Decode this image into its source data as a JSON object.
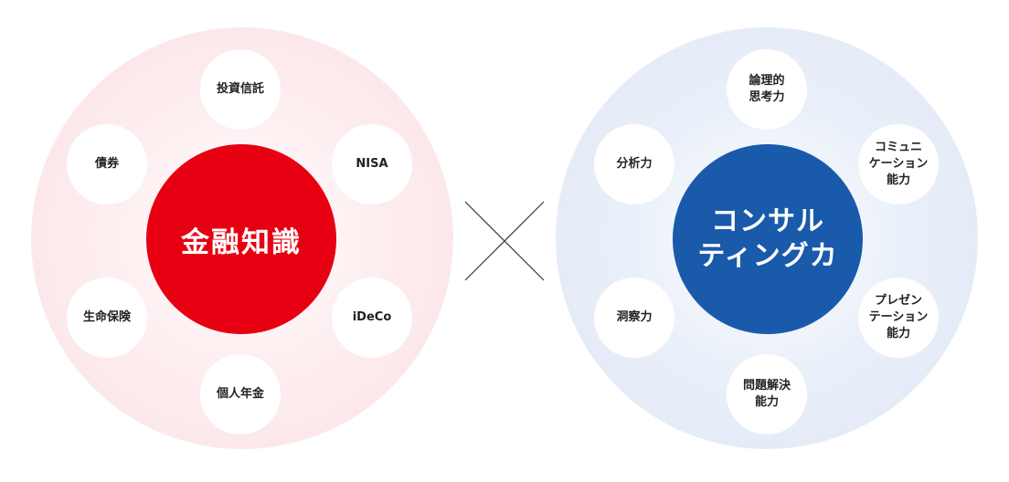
{
  "left": {
    "core_label": "金融知識",
    "color": "#e60012",
    "items": [
      {
        "label": "投資信託"
      },
      {
        "label": "NISA"
      },
      {
        "label": "iDeCo"
      },
      {
        "label": "個人年金"
      },
      {
        "label": "生命保険"
      },
      {
        "label": "債券"
      }
    ]
  },
  "right": {
    "core_label": "コンサル\nティングカ",
    "color": "#1a5aab",
    "items": [
      {
        "label": "論理的\n思考力"
      },
      {
        "label": "コミュニ\nケーション\n能力"
      },
      {
        "label": "プレゼン\nテーション\n能力"
      },
      {
        "label": "問題解決\n能力"
      },
      {
        "label": "洞察力"
      },
      {
        "label": "分析力"
      }
    ]
  },
  "connector": {
    "icon": "cross-icon"
  }
}
